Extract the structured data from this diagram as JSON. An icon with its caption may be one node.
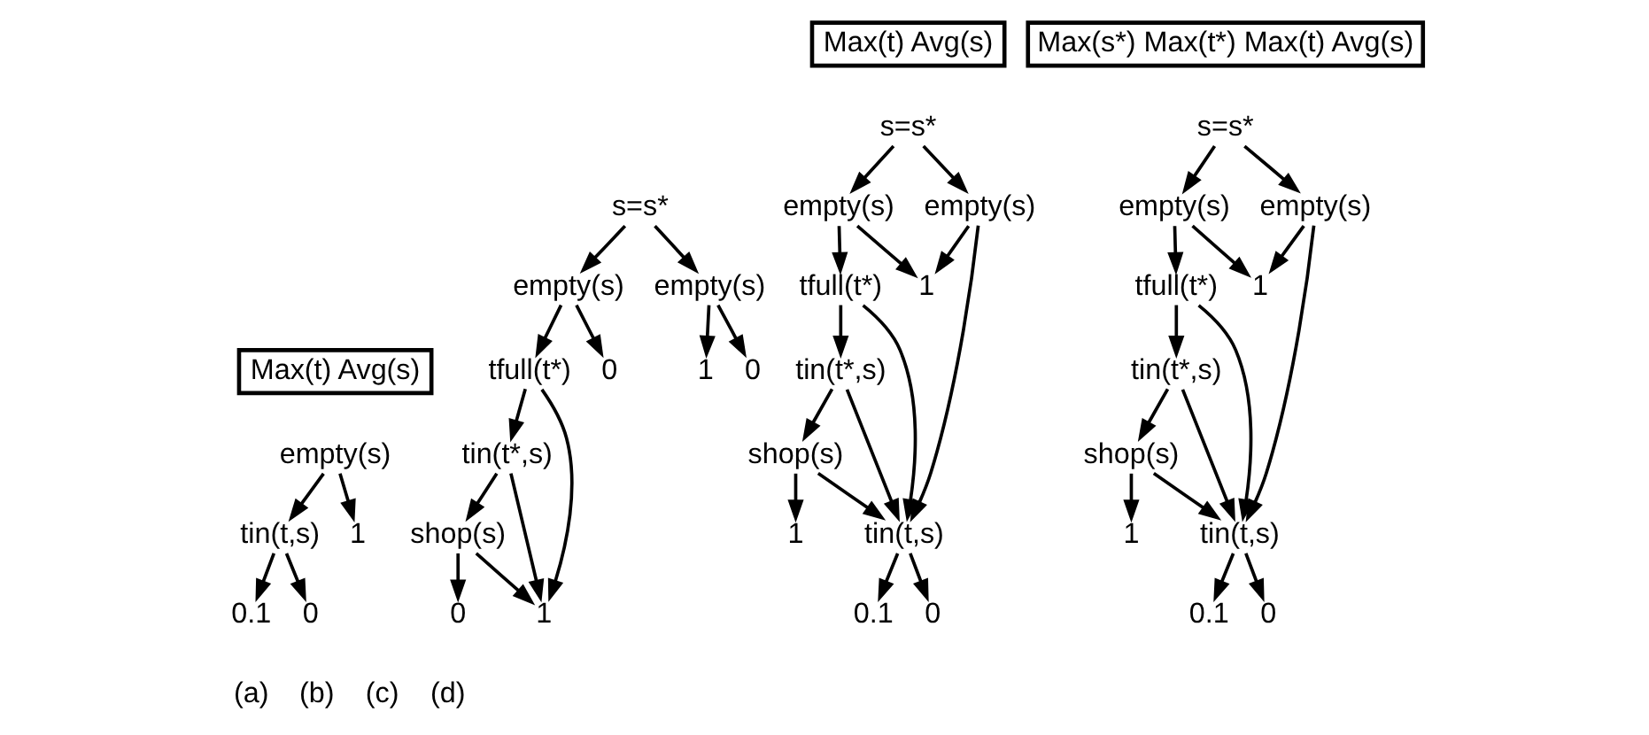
{
  "diagram": {
    "nodes": [
      {
        "text": [
          "Max(t) Avg(s)"
        ]
      },
      {
        "text": [
          "empty(s)"
        ]
      },
      {
        "text": [
          "tin(t,s)"
        ]
      },
      {
        "text": [
          "1"
        ]
      },
      {
        "text": [
          "0.1"
        ]
      },
      {
        "text": [
          "0"
        ]
      },
      {
        "text": [
          "s=s*"
        ]
      },
      {
        "text": [
          "empty(s)"
        ]
      },
      {
        "text": [
          "empty(s)"
        ]
      },
      {
        "text": [
          "tfull(t*)"
        ]
      },
      {
        "text": [
          "1"
        ]
      },
      {
        "text": [
          "0"
        ]
      },
      {
        "text": [
          "tin(t*,s)"
        ]
      },
      {
        "text": [
          "0"
        ]
      },
      {
        "text": [
          "shop(s)"
        ]
      },
      {
        "text": [
          "0"
        ]
      },
      {
        "text": [
          "1"
        ]
      },
      {
        "text": [
          "Max(t) Avg(s)"
        ]
      },
      {
        "text": [
          "s=s*"
        ]
      },
      {
        "text": [
          "empty(s)"
        ]
      },
      {
        "text": [
          "empty(s)"
        ]
      },
      {
        "text": [
          "tfull(t*)"
        ]
      },
      {
        "text": [
          "1"
        ]
      },
      {
        "text": [
          "tin(t*,s)"
        ]
      },
      {
        "text": [
          "shop(s)"
        ]
      },
      {
        "text": [
          "1"
        ]
      },
      {
        "text": [
          "tin(t,s)"
        ]
      },
      {
        "text": [
          "0.1"
        ]
      },
      {
        "text": [
          "0"
        ]
      },
      {
        "text": [
          "Max(s*) Max(t*) Max(t) Avg(s)"
        ]
      },
      {
        "text": [
          "s=s*"
        ]
      },
      {
        "text": [
          "empty(s)"
        ]
      },
      {
        "text": [
          "empty(s)"
        ]
      },
      {
        "text": [
          "tfull(t*)"
        ]
      },
      {
        "text": [
          "1"
        ]
      },
      {
        "text": [
          "tin(t*,s)"
        ]
      },
      {
        "text": [
          "shop(s)"
        ]
      },
      {
        "text": [
          "1"
        ]
      },
      {
        "text": [
          "tin(t,s)"
        ]
      },
      {
        "text": [
          "0.1"
        ]
      },
      {
        "text": [
          "0"
        ]
      }
    ],
    "edges": [
      {
        "from": 1,
        "to": 2,
        "arrow": "to"
      },
      {
        "from": 1,
        "to": 3,
        "arrow": "to"
      },
      {
        "from": 2,
        "to": 4,
        "arrow": "to"
      },
      {
        "from": 2,
        "to": 5,
        "arrow": "to"
      },
      {
        "from": 6,
        "to": 7,
        "arrow": "to"
      },
      {
        "from": 6,
        "to": 8,
        "arrow": "to"
      },
      {
        "from": 7,
        "to": 9,
        "arrow": "to"
      },
      {
        "from": 7,
        "to": 13,
        "arrow": "to"
      },
      {
        "from": 8,
        "to": 10,
        "arrow": "to"
      },
      {
        "from": 8,
        "to": 11,
        "arrow": "to"
      },
      {
        "from": 9,
        "to": 12,
        "arrow": "to"
      },
      {
        "from": 9,
        "to": 16,
        "arrow": "to"
      },
      {
        "from": 12,
        "to": 14,
        "arrow": "to"
      },
      {
        "from": 12,
        "to": 16,
        "arrow": "to"
      },
      {
        "from": 14,
        "to": 15,
        "arrow": "to"
      },
      {
        "from": 14,
        "to": 16,
        "arrow": "to"
      },
      {
        "from": 18,
        "to": 19,
        "arrow": "to"
      },
      {
        "from": 18,
        "to": 20,
        "arrow": "to"
      },
      {
        "from": 19,
        "to": 21,
        "arrow": "to"
      },
      {
        "from": 19,
        "to": 22,
        "arrow": "to"
      },
      {
        "from": 20,
        "to": 26,
        "arrow": "to"
      },
      {
        "from": 20,
        "to": 22,
        "arrow": "to"
      },
      {
        "from": 21,
        "to": 23,
        "arrow": "to"
      },
      {
        "from": 21,
        "to": 26,
        "arrow": "to"
      },
      {
        "from": 23,
        "to": 24,
        "arrow": "to"
      },
      {
        "from": 23,
        "to": 26,
        "arrow": "to"
      },
      {
        "from": 24,
        "to": 25,
        "arrow": "to"
      },
      {
        "from": 24,
        "to": 26,
        "arrow": "to"
      },
      {
        "from": 26,
        "to": 27,
        "arrow": "to"
      },
      {
        "from": 26,
        "to": 28,
        "arrow": "to"
      },
      {
        "from": 30,
        "to": 31,
        "arrow": "to"
      },
      {
        "from": 30,
        "to": 32,
        "arrow": "to"
      },
      {
        "from": 31,
        "to": 33,
        "arrow": "to"
      },
      {
        "from": 31,
        "to": 34,
        "arrow": "to"
      },
      {
        "from": 32,
        "to": 38,
        "arrow": "to"
      },
      {
        "from": 32,
        "to": 34,
        "arrow": "to"
      },
      {
        "from": 33,
        "to": 35,
        "arrow": "to"
      },
      {
        "from": 33,
        "to": 38,
        "arrow": "to"
      },
      {
        "from": 35,
        "to": 36,
        "arrow": "to"
      },
      {
        "from": 35,
        "to": 38,
        "arrow": "to"
      },
      {
        "from": 36,
        "to": 37,
        "arrow": "to"
      },
      {
        "from": 36,
        "to": 38,
        "arrow": "to"
      },
      {
        "from": 38,
        "to": 39,
        "arrow": "to"
      },
      {
        "from": 38,
        "to": 40,
        "arrow": "to"
      }
    ],
    "labels": [
      "(a)",
      "(b)",
      "(c)",
      "(d)"
    ]
  }
}
